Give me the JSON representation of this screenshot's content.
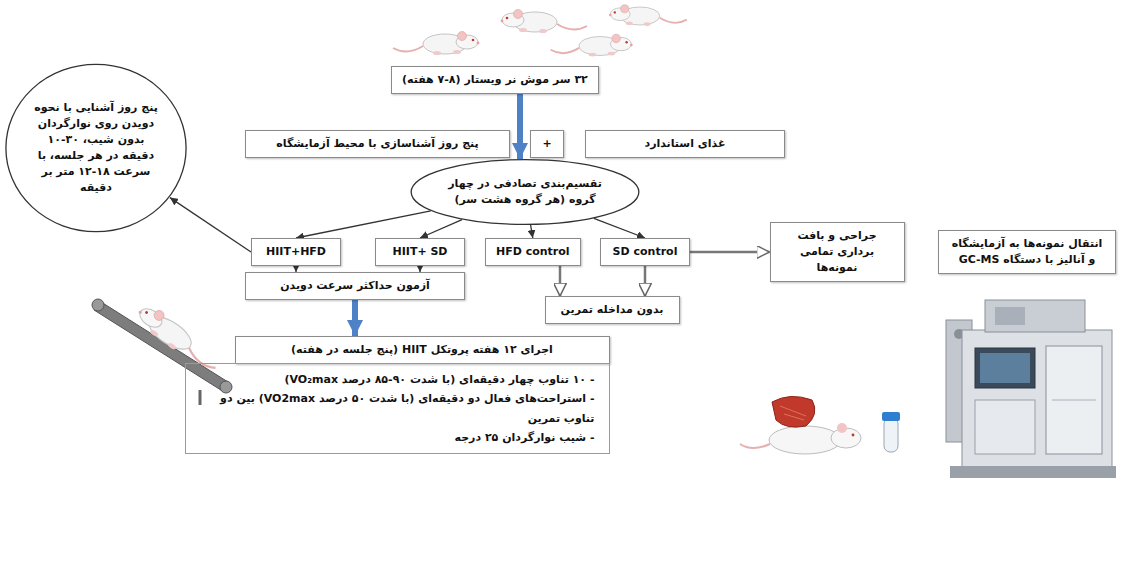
{
  "diagram": {
    "nodes": [
      {
        "text": [
          "۳۲ سر موش نر ویستار (۸-۷ هفته)"
        ]
      },
      {
        "text": [
          "غذای استاندارد"
        ]
      },
      {
        "text": [
          "+"
        ]
      },
      {
        "text": [
          "پنج روز آشناسازی با محیط آزمایشگاه"
        ]
      },
      {
        "text": [
          "تقسیم‌بندی تصادفی در چهار گروه (هر گروه هشت سر)"
        ]
      },
      {
        "text": [
          "پنج روز آشنایی با نحوه دویدن روی نوارگردان بدون شیب، ۳۰-۱۰ دقیقه در هر جلسه، با سرعت ۱۸-۱۲ متر بر دقیقه"
        ]
      },
      {
        "text": [
          "HIIT+HFD"
        ]
      },
      {
        "text": [
          "HIIT+ SD"
        ]
      },
      {
        "text": [
          "HFD control"
        ]
      },
      {
        "text": [
          "SD control"
        ]
      },
      {
        "text": [
          "جراحی و بافت برداری تمامی نمونه‌ها"
        ]
      },
      {
        "text": [
          "انتقال نمونه‌ها به آزمایشگاه و آنالیز با دستگاه GC-MS"
        ]
      },
      {
        "text": [
          "آزمون حداکثر سرعت دویدن"
        ]
      },
      {
        "text": [
          "بدون مداخله تمرین"
        ]
      },
      {
        "text": [
          "اجرای ۱۲ هفته پروتکل HIIT (پنج جلسه در هفته)"
        ]
      },
      {
        "text": [
          "- ۱۰ تناوب چهار دقیقه‌ای (با شدت ۹۰-۸۵ درصد VO₂max)",
          "- استراحت‌های فعال دو دقیقه‌ای (با شدت ۵۰ درصد VO2max) بین دو تناوب تمرین",
          "- شیب نوارگردان ۲۵ درجه"
        ]
      }
    ],
    "edges": [
      {
        "from": 0,
        "to": 4,
        "arrow": "to"
      },
      {
        "from": 4,
        "to": 6,
        "arrow": "to"
      },
      {
        "from": 4,
        "to": 7,
        "arrow": "to"
      },
      {
        "from": 4,
        "to": 8,
        "arrow": "to"
      },
      {
        "from": 4,
        "to": 9,
        "arrow": "to"
      },
      {
        "from": 6,
        "to": 5,
        "arrow": "to"
      },
      {
        "from": 6,
        "to": 12,
        "arrow": "to"
      },
      {
        "from": 7,
        "to": 12,
        "arrow": "to"
      },
      {
        "from": 8,
        "to": 13,
        "arrow": "to"
      },
      {
        "from": 9,
        "to": 13,
        "arrow": "to"
      },
      {
        "from": 9,
        "to": 10,
        "arrow": "to"
      },
      {
        "from": 12,
        "to": 14,
        "arrow": "to"
      }
    ]
  }
}
